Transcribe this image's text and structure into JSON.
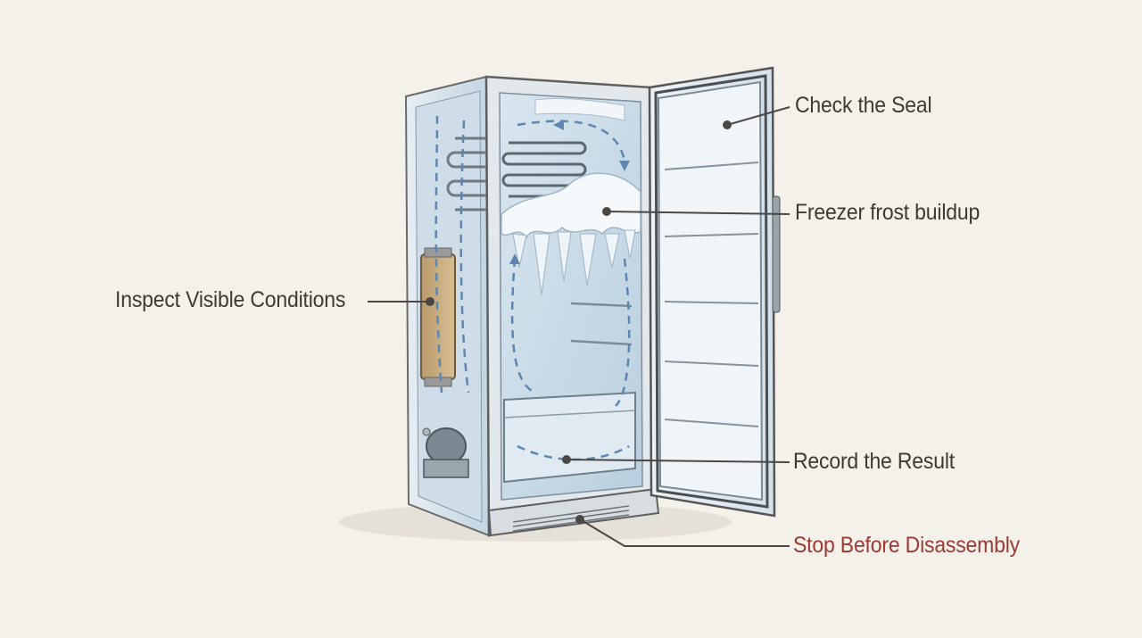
{
  "callouts": {
    "check_seal": "Check the Seal",
    "frost_buildup": "Freezer frost buildup",
    "inspect_conditions": "Inspect Visible Conditions",
    "record_result": "Record the Result",
    "stop_disassembly": "Stop Before Disassembly"
  },
  "colors": {
    "background": "#f4f1ea",
    "label_text": "#3d3a36",
    "warning_text": "#9b3a33",
    "leader_line": "#4a4744",
    "airflow_arrow": "#5f86b0"
  },
  "icons": {
    "appliance": "upright-freezer-illustration",
    "airflow": "dashed-airflow-arrows",
    "frost": "frost-ice-buildup"
  }
}
